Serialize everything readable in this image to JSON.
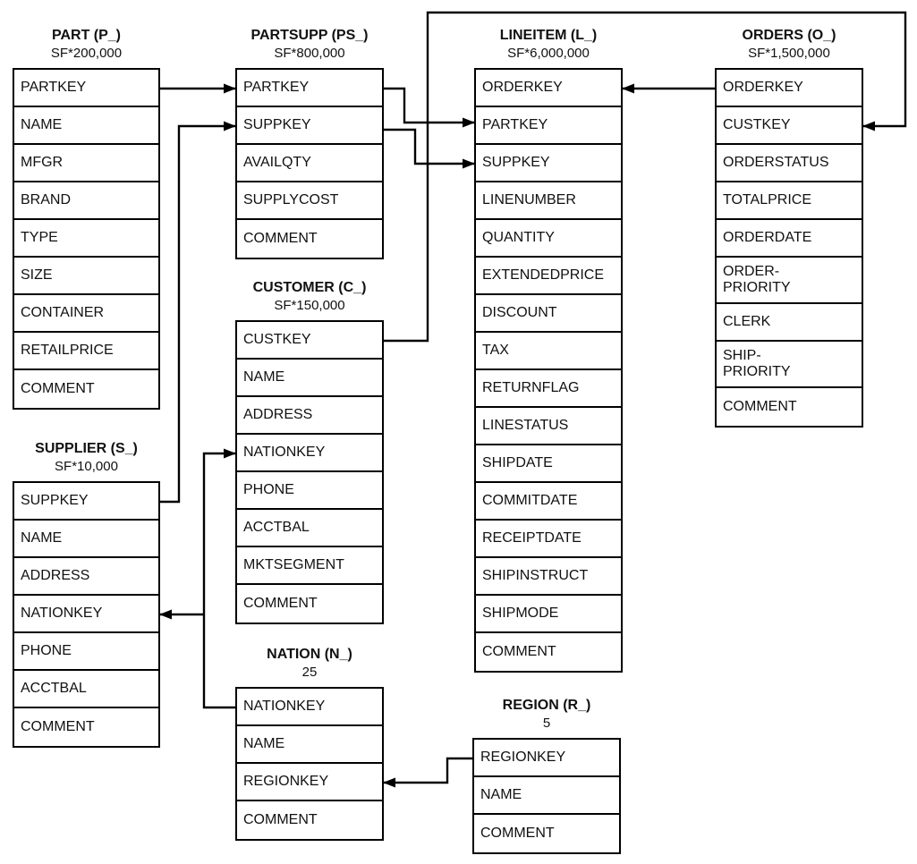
{
  "tables": [
    {
      "id": "part",
      "name": "PART (P_)",
      "cardinality": "SF*200,000",
      "columns": [
        "PARTKEY",
        "NAME",
        "MFGR",
        "BRAND",
        "TYPE",
        "SIZE",
        "CONTAINER",
        "RETAILPRICE",
        "COMMENT"
      ]
    },
    {
      "id": "partsupp",
      "name": "PARTSUPP (PS_)",
      "cardinality": "SF*800,000",
      "columns": [
        "PARTKEY",
        "SUPPKEY",
        "AVAILQTY",
        "SUPPLYCOST",
        "COMMENT"
      ]
    },
    {
      "id": "lineitem",
      "name": "LINEITEM (L_)",
      "cardinality": "SF*6,000,000",
      "columns": [
        "ORDERKEY",
        "PARTKEY",
        "SUPPKEY",
        "LINENUMBER",
        "QUANTITY",
        "EXTENDEDPRICE",
        "DISCOUNT",
        "TAX",
        "RETURNFLAG",
        "LINESTATUS",
        "SHIPDATE",
        "COMMITDATE",
        "RECEIPTDATE",
        "SHIPINSTRUCT",
        "SHIPMODE",
        "COMMENT"
      ]
    },
    {
      "id": "orders",
      "name": "ORDERS (O_)",
      "cardinality": "SF*1,500,000",
      "columns": [
        "ORDERKEY",
        "CUSTKEY",
        "ORDERSTATUS",
        "TOTALPRICE",
        "ORDERDATE",
        "ORDER-\nPRIORITY",
        "CLERK",
        "SHIP-\nPRIORITY",
        "COMMENT"
      ]
    },
    {
      "id": "customer",
      "name": "CUSTOMER (C_)",
      "cardinality": "SF*150,000",
      "columns": [
        "CUSTKEY",
        "NAME",
        "ADDRESS",
        "NATIONKEY",
        "PHONE",
        "ACCTBAL",
        "MKTSEGMENT",
        "COMMENT"
      ]
    },
    {
      "id": "supplier",
      "name": "SUPPLIER (S_)",
      "cardinality": "SF*10,000",
      "columns": [
        "SUPPKEY",
        "NAME",
        "ADDRESS",
        "NATIONKEY",
        "PHONE",
        "ACCTBAL",
        "COMMENT"
      ]
    },
    {
      "id": "nation",
      "name": "NATION (N_)",
      "cardinality": "25",
      "columns": [
        "NATIONKEY",
        "NAME",
        "REGIONKEY",
        "COMMENT"
      ]
    },
    {
      "id": "region",
      "name": "REGION (R_)",
      "cardinality": "5",
      "columns": [
        "REGIONKEY",
        "NAME",
        "COMMENT"
      ]
    }
  ],
  "relationships": [
    {
      "from": "PART.PARTKEY",
      "to": "PARTSUPP.PARTKEY"
    },
    {
      "from": "SUPPLIER.SUPPKEY",
      "to": "PARTSUPP.SUPPKEY"
    },
    {
      "from": "PARTSUPP.PARTKEY",
      "to": "LINEITEM.PARTKEY"
    },
    {
      "from": "PARTSUPP.SUPPKEY",
      "to": "LINEITEM.SUPPKEY"
    },
    {
      "from": "ORDERS.ORDERKEY",
      "to": "LINEITEM.ORDERKEY"
    },
    {
      "from": "CUSTOMER.CUSTKEY",
      "to": "ORDERS.CUSTKEY"
    },
    {
      "from": "NATION.NATIONKEY",
      "to": "CUSTOMER.NATIONKEY"
    },
    {
      "from": "NATION.NATIONKEY",
      "to": "SUPPLIER.NATIONKEY"
    },
    {
      "from": "REGION.REGIONKEY",
      "to": "NATION.REGIONKEY"
    }
  ],
  "colors": {
    "line": "#000000",
    "border": "#000000",
    "text": "#111111",
    "background": "#ffffff"
  }
}
